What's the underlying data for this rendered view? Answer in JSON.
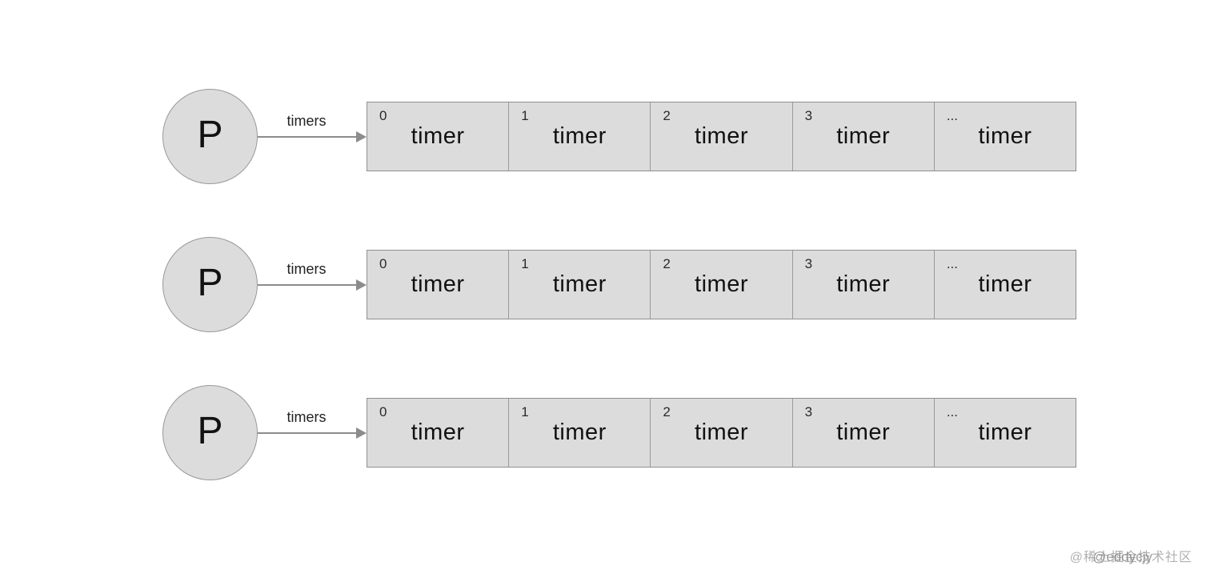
{
  "diagram": {
    "description": "Three processors P each owning a timers array",
    "rows": [
      {
        "node_label": "P",
        "arrow_label": "timers",
        "cells": [
          {
            "index": "0",
            "label": "timer"
          },
          {
            "index": "1",
            "label": "timer"
          },
          {
            "index": "2",
            "label": "timer"
          },
          {
            "index": "3",
            "label": "timer"
          },
          {
            "index": "...",
            "label": "timer"
          }
        ]
      },
      {
        "node_label": "P",
        "arrow_label": "timers",
        "cells": [
          {
            "index": "0",
            "label": "timer"
          },
          {
            "index": "1",
            "label": "timer"
          },
          {
            "index": "2",
            "label": "timer"
          },
          {
            "index": "3",
            "label": "timer"
          },
          {
            "index": "...",
            "label": "timer"
          }
        ]
      },
      {
        "node_label": "P",
        "arrow_label": "timers",
        "cells": [
          {
            "index": "0",
            "label": "timer"
          },
          {
            "index": "1",
            "label": "timer"
          },
          {
            "index": "2",
            "label": "timer"
          },
          {
            "index": "3",
            "label": "timer"
          },
          {
            "index": "...",
            "label": "timer"
          }
        ]
      }
    ],
    "colors": {
      "shape_fill": "#dcdcdc",
      "shape_border": "#999999",
      "arrow": "#8c8c8c",
      "text": "#111111",
      "watermark": "#9c9c9c"
    }
  },
  "watermarks": {
    "juejin": "@稀土掘金技术社区",
    "eddycjy": "@eddycjy"
  }
}
